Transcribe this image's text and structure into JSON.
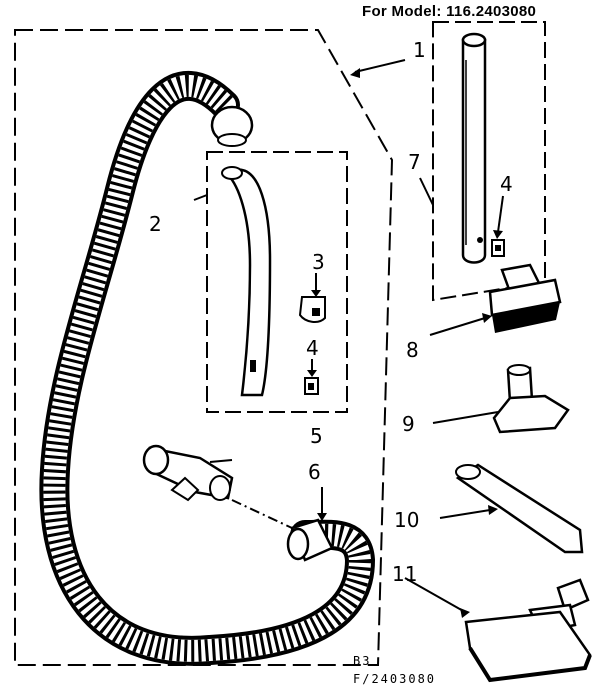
{
  "header": {
    "model_label": "For Model: 116.2403080"
  },
  "callouts": [
    {
      "id": "1",
      "label": "1"
    },
    {
      "id": "2",
      "label": "2"
    },
    {
      "id": "3",
      "label": "3"
    },
    {
      "id": "4a",
      "label": "4"
    },
    {
      "id": "4b",
      "label": "4"
    },
    {
      "id": "5",
      "label": "5"
    },
    {
      "id": "6",
      "label": "6"
    },
    {
      "id": "7",
      "label": "7"
    },
    {
      "id": "8",
      "label": "8"
    },
    {
      "id": "9",
      "label": "9"
    },
    {
      "id": "10",
      "label": "10"
    },
    {
      "id": "11",
      "label": "11"
    }
  ],
  "footer": {
    "page_code": "B3",
    "figure_code": "F/2403080"
  },
  "colors": {
    "ink": "#000000",
    "paper": "#ffffff"
  }
}
